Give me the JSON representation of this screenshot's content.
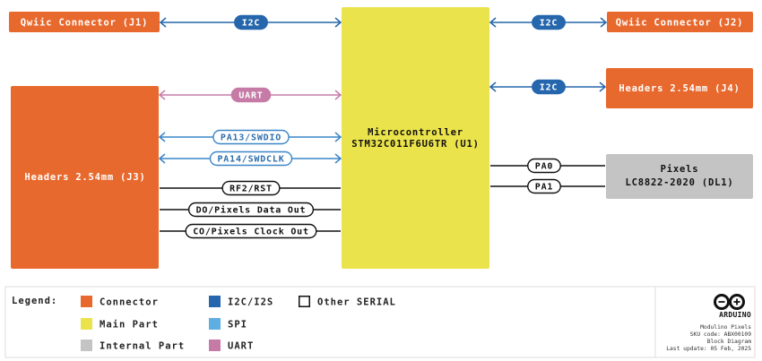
{
  "colors": {
    "connector": "#E8692E",
    "main_part": "#EBE34B",
    "internal_part": "#C4C4C4",
    "i2c": "#2566AC",
    "spi": "#5FAEE2",
    "uart": "#C67BA7",
    "other_serial": "#111111"
  },
  "blocks": {
    "qwiic_j1": "Qwiic Connector (J1)",
    "qwiic_j2": "Qwiic Connector (J2)",
    "headers_j4": "Headers 2.54mm (J4)",
    "headers_j3": "Headers 2.54mm (J3)",
    "mcu_line1": "Microcontroller",
    "mcu_line2": "STM32C011F6U6TR (U1)",
    "pixels_line1": "Pixels",
    "pixels_line2": "LC8822-2020 (DL1)"
  },
  "connections": [
    {
      "label": "I2C",
      "type": "i2c"
    },
    {
      "label": "I2C",
      "type": "i2c"
    },
    {
      "label": "I2C",
      "type": "i2c"
    },
    {
      "label": "UART",
      "type": "uart"
    },
    {
      "label": "PA13/SWDIO",
      "type": "spi"
    },
    {
      "label": "PA14/SWDCLK",
      "type": "spi"
    },
    {
      "label": "RF2/RST",
      "type": "other"
    },
    {
      "label": "DO/Pixels Data Out",
      "type": "other"
    },
    {
      "label": "CO/Pixels Clock Out",
      "type": "other"
    },
    {
      "label": "PA0",
      "type": "other"
    },
    {
      "label": "PA1",
      "type": "other"
    }
  ],
  "legend": {
    "title": "Legend:",
    "items": [
      {
        "label": "Connector",
        "color": "#E8692E"
      },
      {
        "label": "Main Part",
        "color": "#EBE34B"
      },
      {
        "label": "Internal Part",
        "color": "#C4C4C4"
      },
      {
        "label": "I2C/I2S",
        "color": "#2566AC"
      },
      {
        "label": "SPI",
        "color": "#5FAEE2"
      },
      {
        "label": "UART",
        "color": "#C67BA7"
      },
      {
        "label": "Other SERIAL",
        "color": "outline"
      }
    ]
  },
  "info": {
    "brand": "ARDUINO",
    "product": "Modulino Pixels",
    "sku": "SKU code: ABX00109",
    "doc_type": "Block Diagram",
    "last_update": "Last update: 05 Feb, 2025"
  }
}
